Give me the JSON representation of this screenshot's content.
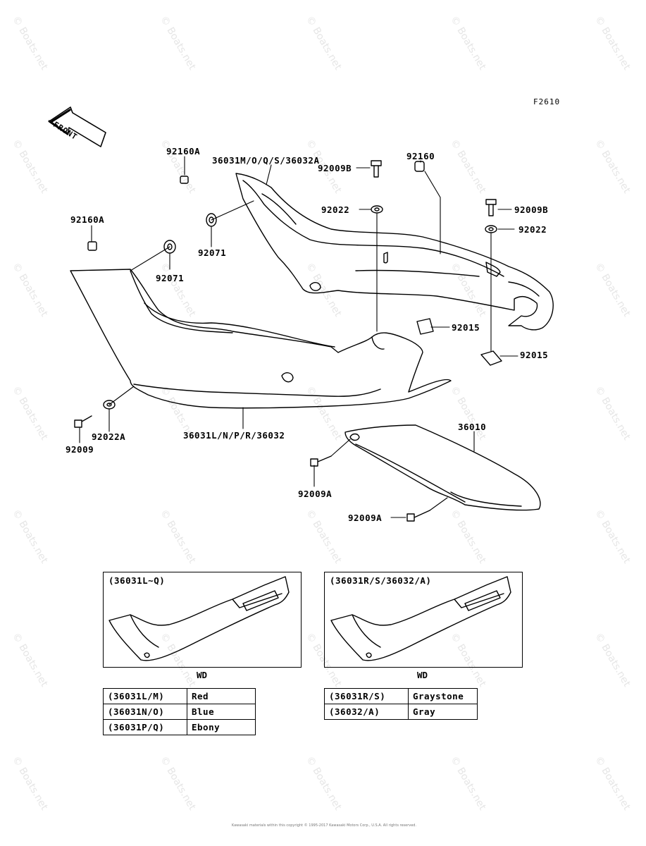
{
  "figure_code": "F2610",
  "front_label": "FRONT",
  "watermark": "© Boats.net",
  "parts": {
    "p92160A_top": "92160A",
    "p36031M": "36031M/O/Q/S/36032A",
    "p92160": "92160",
    "p92009B_1": "92009B",
    "p92022_1": "92022",
    "p92009B_2": "92009B",
    "p92022_2": "92022",
    "p92160A_left": "92160A",
    "p92071_1": "92071",
    "p92071_2": "92071",
    "p92015_1": "92015",
    "p92015_2": "92015",
    "p92009": "92009",
    "p92022A": "92022A",
    "p36031L": "36031L/N/P/R/36032",
    "p36010": "36010",
    "p92009A_1": "92009A",
    "p92009A_2": "92009A"
  },
  "insets": {
    "left_title": "(36031L~Q)",
    "right_title": "(36031R/S/36032/A)",
    "left_caption": "WD",
    "right_caption": "WD"
  },
  "color_table_left": [
    {
      "code": "(36031L/M)",
      "color": "Red"
    },
    {
      "code": "(36031N/O)",
      "color": "Blue"
    },
    {
      "code": "(36031P/Q)",
      "color": "Ebony"
    }
  ],
  "color_table_right": [
    {
      "code": "(36031R/S)",
      "color": "Graystone"
    },
    {
      "code": "(36032/A)",
      "color": "Gray"
    }
  ],
  "footer": "Kawasaki materials within this copyright © 1995-2017 Kawasaki Motors Corp., U.S.A. All rights reserved."
}
